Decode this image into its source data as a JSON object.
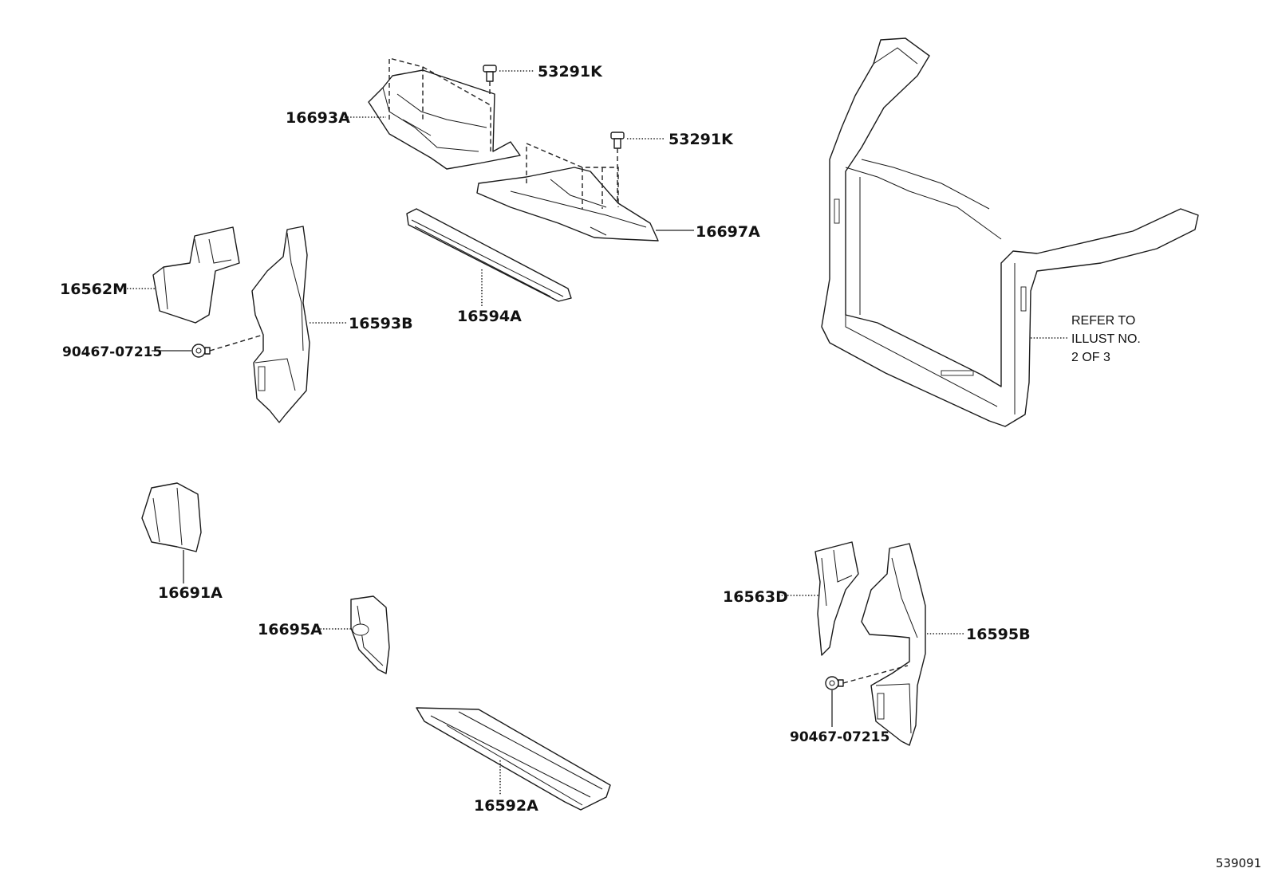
{
  "callouts": {
    "p16693A": "16693A",
    "p53291K_1": "53291K",
    "p53291K_2": "53291K",
    "p16697A": "16697A",
    "p16594A": "16594A",
    "p16562M": "16562M",
    "p16593B": "16593B",
    "p90467_1": "90467-07215",
    "p16691A": "16691A",
    "p16695A": "16695A",
    "p16592A": "16592A",
    "p16563D": "16563D",
    "p16595B": "16595B",
    "p90467_2": "90467-07215"
  },
  "note": {
    "line1": "REFER TO",
    "line2": "ILLUST NO.",
    "line3": "2 OF 3"
  },
  "figure_number": "539091"
}
